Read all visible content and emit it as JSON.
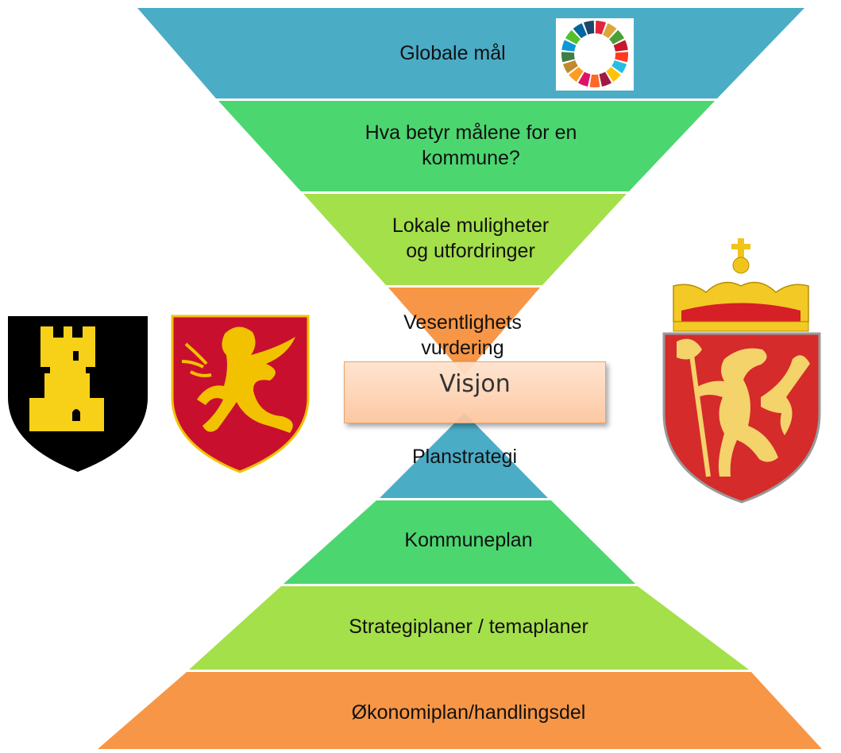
{
  "levels_top": [
    {
      "label": "Globale mål",
      "color": "#4bacc6"
    },
    {
      "label": "Hva betyr målene for en\nkommune?",
      "color": "#4cd670"
    },
    {
      "label": "Lokale muligheter\nog utfordringer",
      "color": "#a4e04a"
    },
    {
      "label": "Vesentlighets\nvurdering",
      "color": "#f79646"
    }
  ],
  "center": {
    "label": "Visjon"
  },
  "levels_bottom": [
    {
      "label": "Planstrategi",
      "color": "#4bacc6"
    },
    {
      "label": "Kommuneplan",
      "color": "#4cd670"
    },
    {
      "label": "Strategiplaner / temaplaner",
      "color": "#a4e04a"
    },
    {
      "label": "Økonomiplan/handlingsdel",
      "color": "#f79646"
    }
  ],
  "images": {
    "sdg_wheel": "sdg-wheel-icon",
    "coat_left_1": "tower-coat-of-arms",
    "coat_left_2": "griffin-coat-of-arms",
    "coat_right": "norway-lion-coat-of-arms"
  }
}
